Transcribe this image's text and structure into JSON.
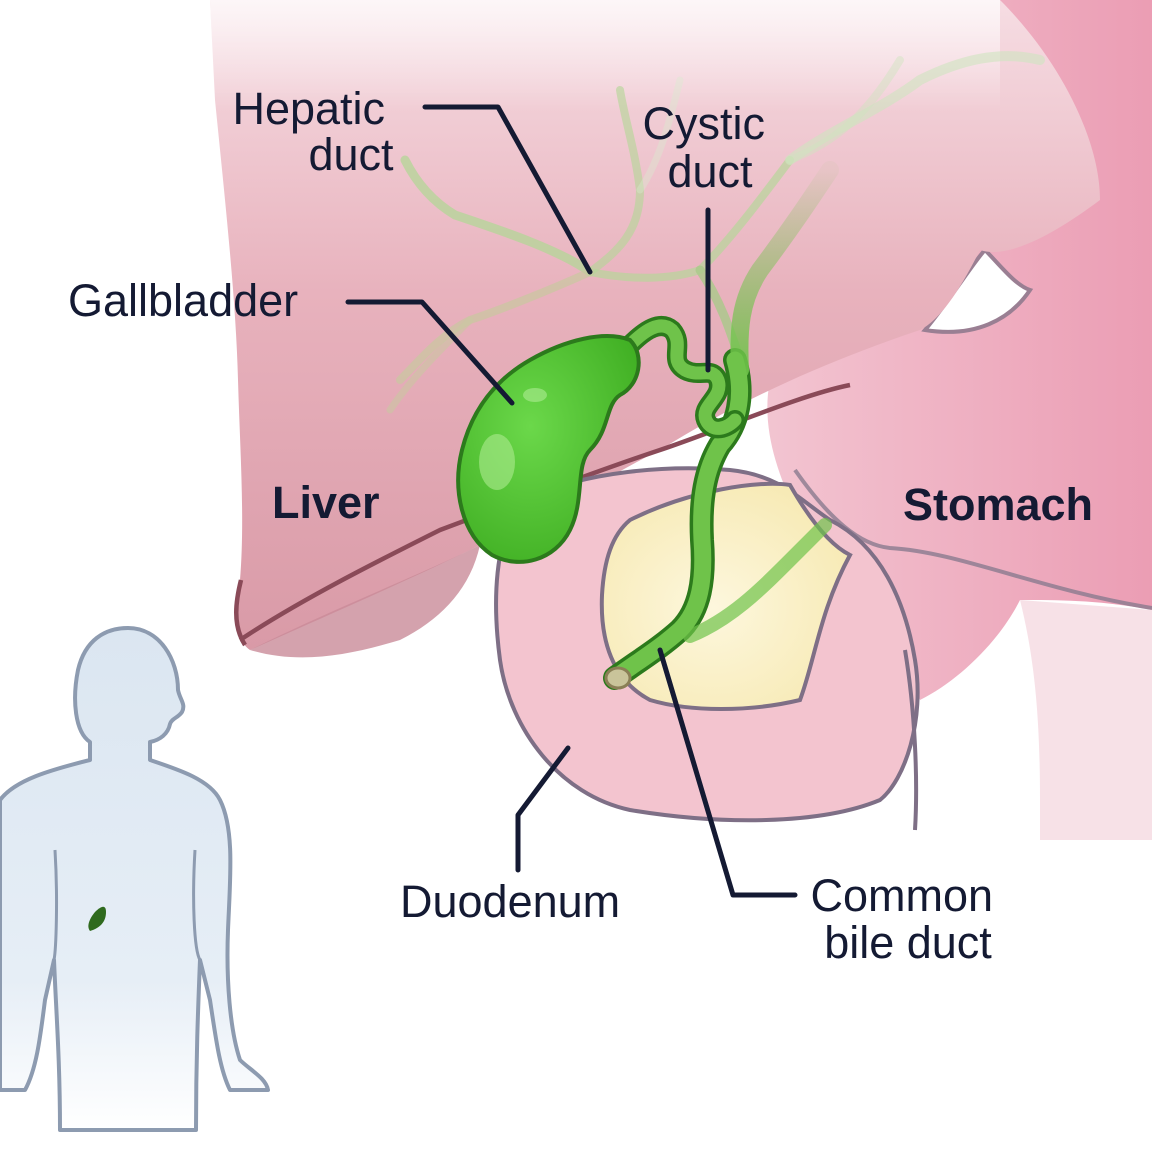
{
  "labels": {
    "hepatic_duct": [
      "Hepatic",
      "duct"
    ],
    "cystic_duct": [
      "Cystic",
      "duct"
    ],
    "gallbladder": "Gallbladder",
    "liver": "Liver",
    "stomach": "Stomach",
    "duodenum": "Duodenum",
    "common_bile_duct": [
      "Common",
      "bile duct"
    ]
  },
  "colors": {
    "liver": "#e3a6b2",
    "stomach": "#ec9fb5",
    "duodenum": "#f3c4cf",
    "pancreas_head": "#fbf0cc",
    "gallbladder": "#49c22a",
    "gallbladder_outline": "#2c7a1c",
    "duct": "#6fc34a",
    "body_silhouette": "#dfe8f2",
    "body_outline": "#8d9bb0",
    "label_text": "#141a33"
  },
  "icons": {
    "body_silhouette": "human-torso-icon",
    "gallbladder_marker": "gallbladder-marker-icon"
  }
}
